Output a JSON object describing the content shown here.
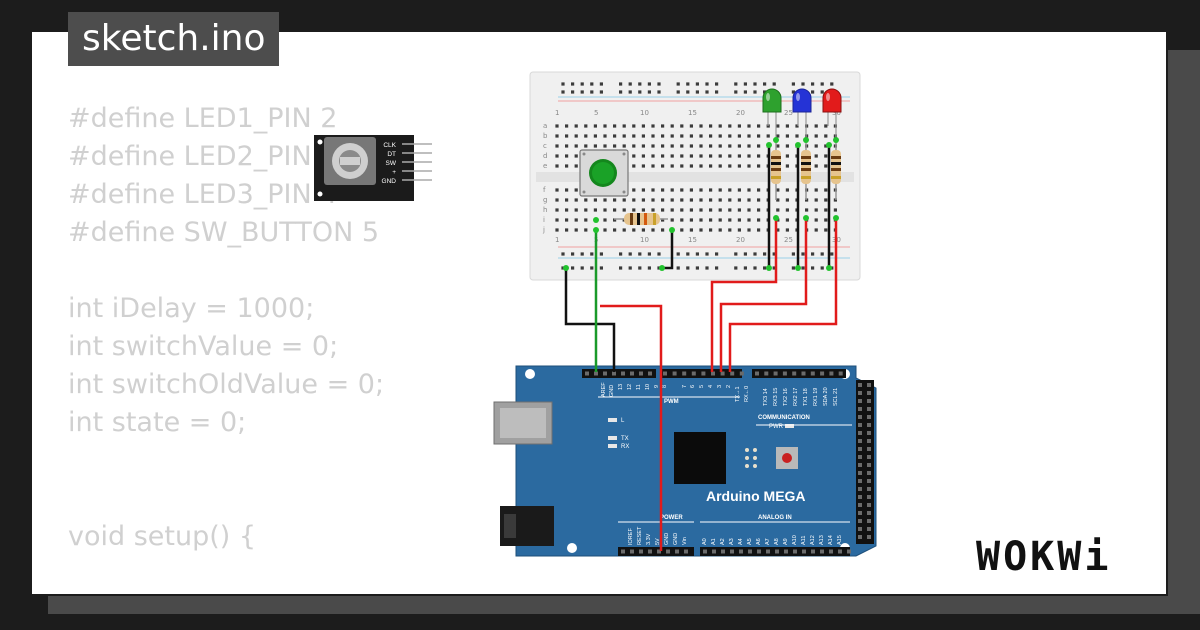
{
  "file_tab": {
    "label": "sketch.ino"
  },
  "code_lines": [
    "#define LED1_PIN 2",
    "#define LED2_PIN 3",
    "#define LED3_PIN 4",
    "#define SW_BUTTON 5",
    "",
    "int iDelay = 1000;",
    "int switchValue = 0;",
    "int switchOldValue = 0;",
    "int state = 0;",
    "",
    "",
    "void setup() {"
  ],
  "breadboard": {
    "columns_top": [
      "1",
      "5",
      "10",
      "15",
      "20",
      "25",
      "30"
    ],
    "columns_bottom": [
      "1",
      "5",
      "10",
      "15",
      "20",
      "25",
      "30"
    ],
    "rows_left": [
      "a",
      "b",
      "c",
      "d",
      "e",
      "f",
      "g",
      "h",
      "i",
      "j"
    ]
  },
  "encoder": {
    "pins": [
      "CLK",
      "DT",
      "SW",
      "+",
      "GND"
    ]
  },
  "leds": {
    "colors": [
      "#2ea12e",
      "#2533d6",
      "#e21b1b"
    ]
  },
  "arduino": {
    "name": "Arduino MEGA",
    "pwm_label": "PWM",
    "communication_label": "COMMUNICATION",
    "power_label": "POWER",
    "analog_label": "ANALOG IN",
    "pwr_led_label": "PWR",
    "l_label": "L",
    "tx_label": "TX",
    "rx_label": "RX",
    "top_pins_left": [
      "AREF",
      "GND",
      "13",
      "12",
      "11",
      "10",
      "9",
      "8"
    ],
    "top_pins_right": [
      "7",
      "6",
      "5",
      "4",
      "3",
      "2",
      "TX→1",
      "RX←0"
    ],
    "comm_pins": [
      "TX3 14",
      "RX3 15",
      "TX2 16",
      "RX2 17",
      "TX1 18",
      "RX1 19",
      "SDA 20",
      "SCL 21"
    ],
    "power_pins": [
      "IOREF",
      "RESET",
      "3.3V",
      "5V",
      "GND",
      "GND",
      "Vin"
    ],
    "analog_pins": [
      "A0",
      "A1",
      "A2",
      "A3",
      "A4",
      "A5",
      "A6",
      "A7",
      "A8",
      "A9",
      "A10",
      "A11",
      "A12",
      "A13",
      "A14",
      "A15"
    ],
    "board_color": "#2b6aa0"
  },
  "brand": {
    "logo": "WOKWi"
  },
  "colors": {
    "wire_red": "#e11b1b",
    "wire_green": "#1a9a2a",
    "wire_black": "#111111"
  }
}
